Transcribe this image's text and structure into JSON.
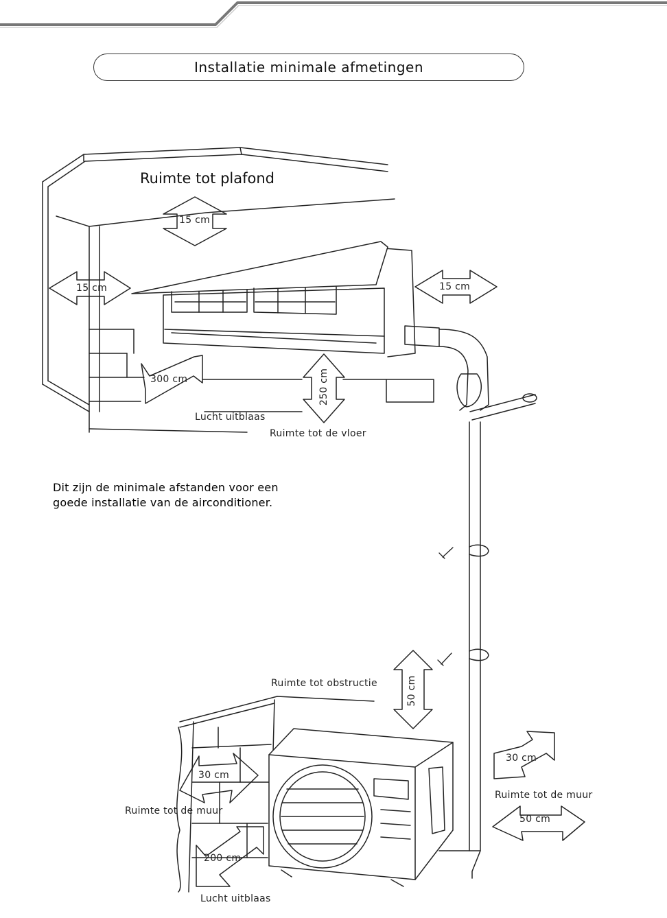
{
  "header": {
    "title": "Installatie minimale afmetingen"
  },
  "indoor": {
    "ceiling_label": "Ruimte tot plafond",
    "ceiling_distance": "15 cm",
    "left_distance": "15 cm",
    "right_distance": "15 cm",
    "front_distance": "300 cm",
    "floor_distance": "250 cm",
    "air_outlet_label": "Lucht uitblaas",
    "floor_label": "Ruimte tot de vloer"
  },
  "note": "Dit zijn de minimale afstanden voor een goede installatie van de airconditioner.",
  "outdoor": {
    "obstruction_label": "Ruimte tot obstructie",
    "top_distance": "50 cm",
    "left_distance": "30 cm",
    "left_wall_label": "Ruimte tot de muur",
    "front_distance": "200 cm",
    "air_outlet_label": "Lucht uitblaas",
    "right_distance": "30 cm",
    "right_wall_label": "Ruimte tot de muur",
    "right_side_distance": "50 cm"
  }
}
